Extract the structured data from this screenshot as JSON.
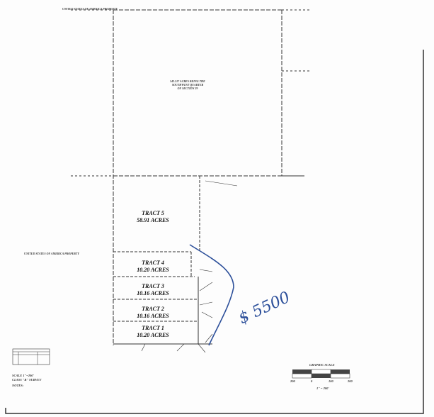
{
  "plat": {
    "labels": {
      "us_property_top": "UNITED STATES OF AMERICA PROPERTY",
      "us_property_left": "UNITED STATES OF AMERICA PROPERTY",
      "parent_parcel": "542.317 ACRES BEING THE SOUTHWEST QUARTER OF SECTION 29"
    },
    "tracts": [
      {
        "name": "TRACT 5",
        "acres": "58.91 ACRES"
      },
      {
        "name": "TRACT 4",
        "acres": "10.20 ACRES"
      },
      {
        "name": "TRACT 3",
        "acres": "10.16 ACRES"
      },
      {
        "name": "TRACT 2",
        "acres": "10.16 ACRES"
      },
      {
        "name": "TRACT 1",
        "acres": "10.20 ACRES"
      }
    ],
    "handwritten_note": "$ 5500",
    "notes": {
      "scale_line": "SCALE 1\"=200'",
      "class": "CLASS \"B\" SURVEY",
      "heading": "NOTES:"
    },
    "graphic_scale": {
      "title": "GRAPHIC SCALE",
      "ticks": [
        "200",
        "0",
        "100",
        "200"
      ],
      "ratio": "1\" = 200'"
    }
  },
  "colors": {
    "ink": "#222222",
    "handwriting": "#2c4f9a"
  }
}
